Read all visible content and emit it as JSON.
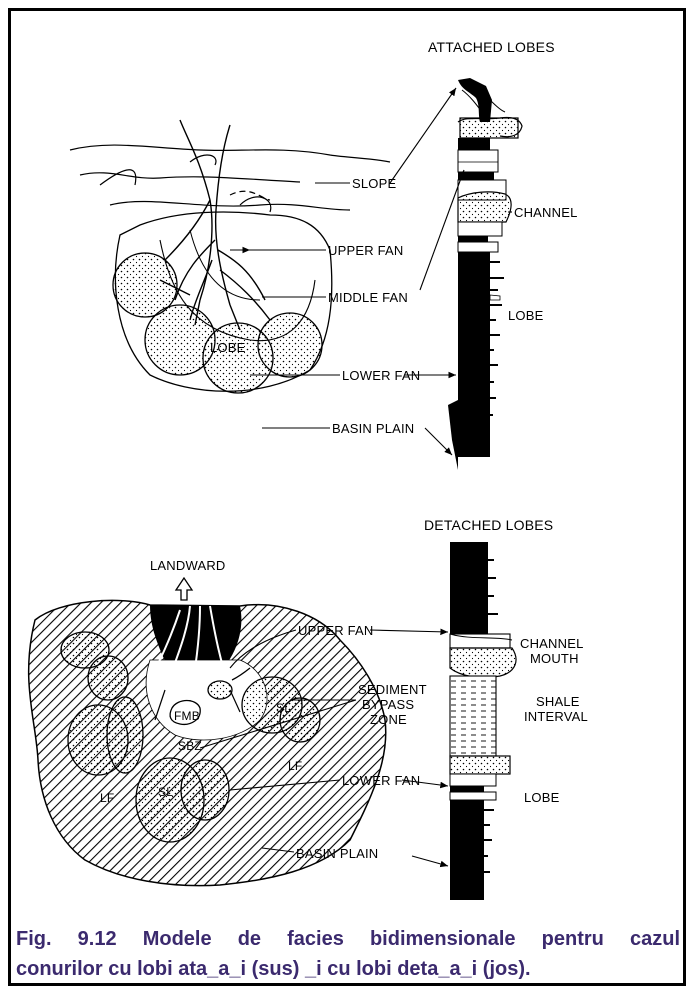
{
  "top_diagram": {
    "title": "ATTACHED LOBES",
    "labels": {
      "slope": "SLOPE",
      "upper_fan": "UPPER FAN",
      "middle_fan": "MIDDLE FAN",
      "lobe_map": "LOBE",
      "lower_fan": "LOWER FAN",
      "basin_plain": "BASIN PLAIN",
      "channel": "CHANNEL",
      "lobe_column": "LOBE"
    }
  },
  "bottom_diagram": {
    "title": "DETACHED LOBES",
    "labels": {
      "landward": "LANDWARD",
      "upper_fan": "UPPER FAN",
      "channel_mouth_1": "CHANNEL",
      "channel_mouth_2": "MOUTH",
      "sediment_1": "SEDIMENT",
      "sediment_2": "BYPASS",
      "sediment_3": "ZONE",
      "shale_1": "SHALE",
      "shale_2": "INTERVAL",
      "lower_fan": "LOWER FAN",
      "lobe_column": "LOBE",
      "basin_plain": "BASIN PLAIN",
      "fmb": "FMB",
      "sbz": "SBZ",
      "sl_1": "SL",
      "sl_2": "SL",
      "lf_1": "LF",
      "lf_2": "LF"
    }
  },
  "caption": {
    "line1": "Fig.  9.12  Modele  de  facies  bidimensionale  pentru  cazul",
    "line2": "conurilor cu lobi ata_a_i (sus) _i cu lobi deta_a_i (jos)."
  }
}
